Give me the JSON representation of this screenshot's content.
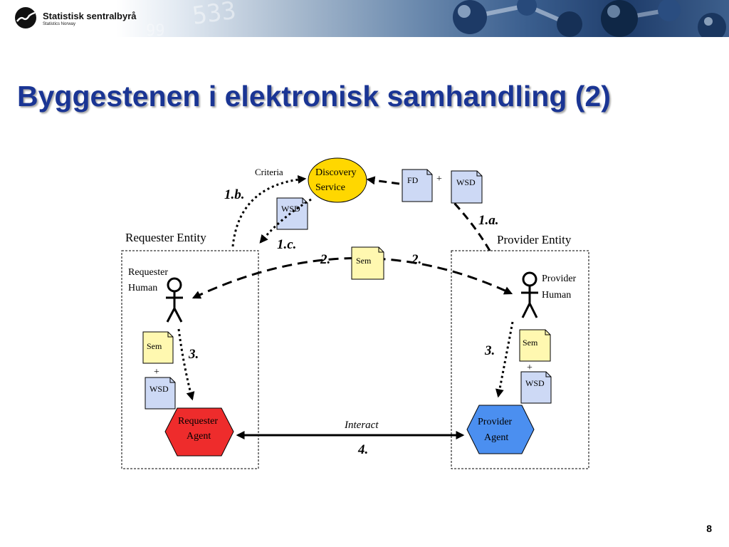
{
  "header": {
    "logo_name": "Statistisk sentralbyrå",
    "logo_subtitle": "Statistics Norway",
    "banner_digits": "533",
    "banner_digits2": "99"
  },
  "slide": {
    "title": "Byggestenen i elektronisk samhandling (2)",
    "page_number": "8"
  },
  "diagram": {
    "discovery_service": [
      "Discovery",
      "Service"
    ],
    "criteria": "Criteria",
    "requester_entity": "Requester Entity",
    "provider_entity": "Provider Entity",
    "requester_human": [
      "Requester",
      "Human"
    ],
    "provider_human": [
      "Provider",
      "Human"
    ],
    "requester_agent": [
      "Requester",
      "Agent"
    ],
    "provider_agent": [
      "Provider",
      "Agent"
    ],
    "doc_fd": "FD",
    "doc_wsd": "WSD",
    "doc_sem": "Sem",
    "plus": "+",
    "interact": "Interact",
    "steps": {
      "s1a": "1.a.",
      "s1b": "1.b.",
      "s1c": "1.c.",
      "s2": "2.",
      "s3": "3.",
      "s4": "4."
    },
    "colors": {
      "discovery": "#ffd700",
      "requester_agent": "#ee2c2c",
      "provider_agent": "#4b8ff0",
      "wsd_doc": "#cdd9f5",
      "sem_doc": "#fff8b0",
      "title": "#1a3594"
    }
  }
}
